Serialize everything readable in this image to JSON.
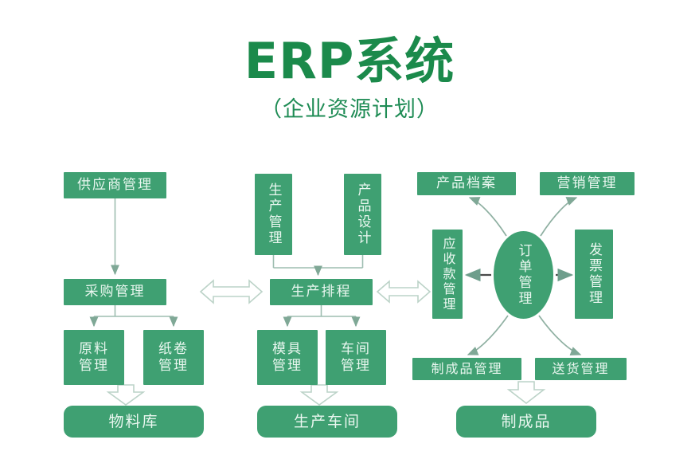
{
  "title": {
    "main": "ERP系统",
    "sub": "（企业资源计划）"
  },
  "colors": {
    "node_fill": "#3fa072",
    "node_text": "#eaf7f0",
    "title_green": "#1b8a4b",
    "connector": "#8fb3a4",
    "background": "#ffffff"
  },
  "nodes": {
    "supplier": "供应商管理",
    "purchase": "采购管理",
    "raw_material": "原料管理",
    "paper_roll": "纸卷管理",
    "material_warehouse": "物料库",
    "production_mgmt": "生产管理",
    "product_design": "产品设计",
    "production_schedule": "生产排程",
    "mold_mgmt": "模具管理",
    "workshop_mgmt": "车间管理",
    "production_workshop": "生产车间",
    "product_archive": "产品档案",
    "marketing_mgmt": "营销管理",
    "receivable_mgmt": "应收款管理",
    "order_mgmt": "订单管理",
    "invoice_mgmt": "发票管理",
    "finished_goods_mgmt": "制成品管理",
    "delivery_mgmt": "送货管理",
    "finished_product": "制成品"
  },
  "chart_data": {
    "type": "diagram",
    "title": "ERP系统（企业资源计划）",
    "diagram_kind": "flowchart",
    "columns": [
      {
        "name": "procurement",
        "nodes": [
          "供应商管理",
          "采购管理",
          "原料管理",
          "纸卷管理",
          "物料库"
        ]
      },
      {
        "name": "production",
        "nodes": [
          "生产管理",
          "产品设计",
          "生产排程",
          "模具管理",
          "车间管理",
          "生产车间"
        ]
      },
      {
        "name": "sales",
        "nodes": [
          "产品档案",
          "营销管理",
          "应收款管理",
          "订单管理",
          "发票管理",
          "制成品管理",
          "送货管理",
          "制成品"
        ]
      }
    ],
    "edges": [
      {
        "from": "供应商管理",
        "to": "采购管理",
        "style": "arrow-down"
      },
      {
        "from": "采购管理",
        "to": "原料管理",
        "style": "arrow-down"
      },
      {
        "from": "采购管理",
        "to": "纸卷管理",
        "style": "arrow-down"
      },
      {
        "from": "原料管理",
        "to": "物料库",
        "style": "block-arrow-down"
      },
      {
        "from": "生产管理",
        "to": "生产排程",
        "style": "arrow-down"
      },
      {
        "from": "产品设计",
        "to": "生产排程",
        "style": "arrow-down"
      },
      {
        "from": "生产排程",
        "to": "模具管理",
        "style": "arrow-down"
      },
      {
        "from": "生产排程",
        "to": "车间管理",
        "style": "arrow-down"
      },
      {
        "from": "模具管理",
        "to": "生产车间",
        "style": "block-arrow-down"
      },
      {
        "from": "采购管理",
        "to": "生产排程",
        "style": "block-arrow-bidirectional"
      },
      {
        "from": "生产排程",
        "to": "应收款管理",
        "style": "block-arrow-bidirectional"
      },
      {
        "from": "订单管理",
        "to": "应收款管理",
        "style": "arrow-left"
      },
      {
        "from": "订单管理",
        "to": "发票管理",
        "style": "arrow-right"
      },
      {
        "from": "订单管理",
        "to": "产品档案",
        "style": "curved-arrow-up-left"
      },
      {
        "from": "订单管理",
        "to": "营销管理",
        "style": "curved-arrow-up-right"
      },
      {
        "from": "订单管理",
        "to": "制成品管理",
        "style": "curved-arrow-down-left"
      },
      {
        "from": "订单管理",
        "to": "送货管理",
        "style": "curved-arrow-down-right"
      },
      {
        "from": "制成品管理",
        "to": "制成品",
        "style": "block-arrow-down"
      }
    ]
  }
}
